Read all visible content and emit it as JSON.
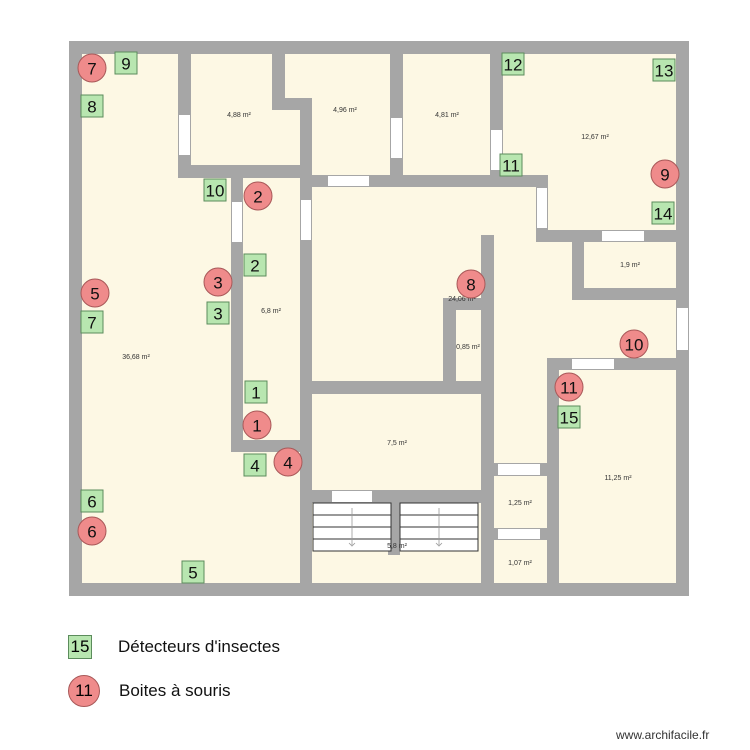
{
  "colors": {
    "wall": "#a6a6a6",
    "floor": "#fdf8e4",
    "door": "#ffffff",
    "detector": "#b8e6b0",
    "mousebox": "#ef8b8b"
  },
  "rooms": [
    "4,88 m²",
    "4,96 m²",
    "4,81 m²",
    "12,67 m²",
    "1,9 m²",
    "24,06 m²",
    "0,85 m²",
    "6,8 m²",
    "36,68 m²",
    "7,5 m²",
    "11,25 m²",
    "1,25 m²",
    "5,8 m²",
    "1,07 m²"
  ],
  "detectors": [
    "9",
    "8",
    "10",
    "2",
    "3",
    "7",
    "1",
    "4",
    "6",
    "5",
    "12",
    "13",
    "11",
    "14",
    "15"
  ],
  "mouse_boxes": [
    "7",
    "2",
    "3",
    "5",
    "1",
    "4",
    "6",
    "8",
    "9",
    "10",
    "11"
  ],
  "legend": {
    "detector_number": "15",
    "detector_label": "Détecteurs d'insectes",
    "mousebox_number": "11",
    "mousebox_label": "Boites à souris"
  },
  "watermark": "www.archifacile.fr"
}
